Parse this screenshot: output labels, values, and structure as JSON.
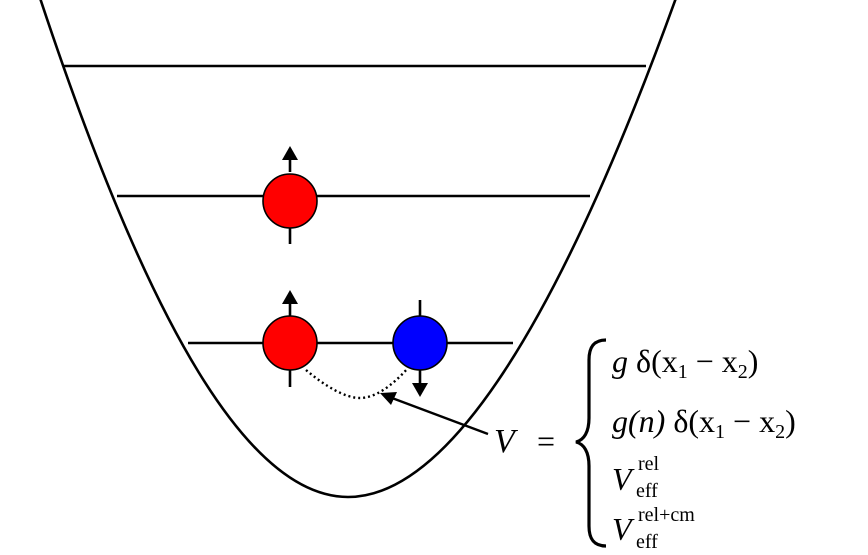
{
  "colors": {
    "spin_up_particle": "#ff0000",
    "spin_down_particle": "#0000ff",
    "ink": "#000000",
    "background": "#ffffff"
  },
  "labels": {
    "lhs_symbol": "V",
    "equals": "=",
    "cases": [
      {
        "pre": "g",
        "rest": " δ(x",
        "sub1": "1",
        "mid": " − x",
        "sub2": "2",
        "end": ")"
      },
      {
        "pre": "g(n)",
        "rest": " δ(x",
        "sub1": "1",
        "mid": " − x",
        "sub2": "2",
        "end": ")"
      },
      {
        "base": "V",
        "sup": "rel",
        "sub": "eff"
      },
      {
        "base": "V",
        "sup": "rel+cm",
        "sub": "eff"
      }
    ]
  },
  "icons": [
    "spin-up-arrow-icon",
    "spin-down-arrow-icon"
  ]
}
